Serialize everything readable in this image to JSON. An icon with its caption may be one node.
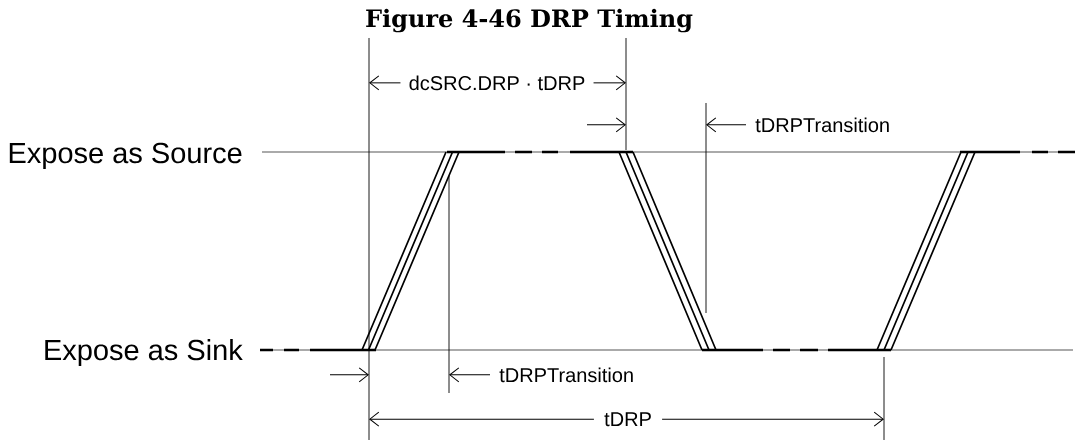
{
  "diagram": {
    "title": "Figure 4-46 DRP Timing",
    "labels": [
      "dcSRC.DRP · tDRP",
      "tDRPTransition",
      "Expose as Source",
      "Expose as Sink",
      "tDRPTransition",
      "tDRP"
    ]
  }
}
